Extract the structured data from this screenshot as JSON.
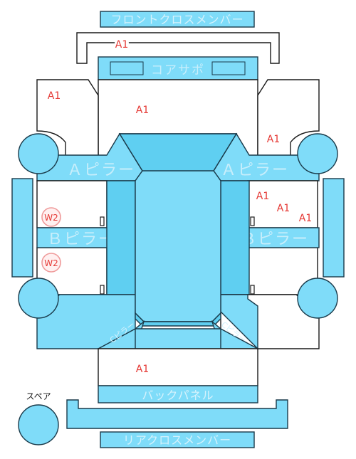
{
  "parts": {
    "front_cross_member": "フロントクロスメンバー",
    "core_support": "コアサポ",
    "a_pillar_left": "Ａピラー",
    "a_pillar_right": "Ａピラー",
    "b_pillar_left": "Ｂピラー",
    "b_pillar_right": "Ｂピラー",
    "back_panel": "バックパネル",
    "rear_cross_member": "リアクロスメンバー",
    "spare": "スペア",
    "c_pillar_left": "Cピラー",
    "c_pillar_right": "Cピラー"
  },
  "grades": {
    "front_bumper": "A1",
    "front_left_fender": "A1",
    "hood": "A1",
    "front_right_fender": "A1",
    "right_front_door_1": "A1",
    "right_front_door_2": "A1",
    "right_front_door_3": "A1",
    "left_front_door": "W2",
    "left_rear_door": "W2",
    "right_rear_quarter": "A1",
    "trunk": "A1"
  },
  "colors": {
    "panel": "#7fdcf9",
    "panel_dark": "#5fcff1",
    "grade_text": "#e53935",
    "grade_circle": "#ef9a9a"
  }
}
